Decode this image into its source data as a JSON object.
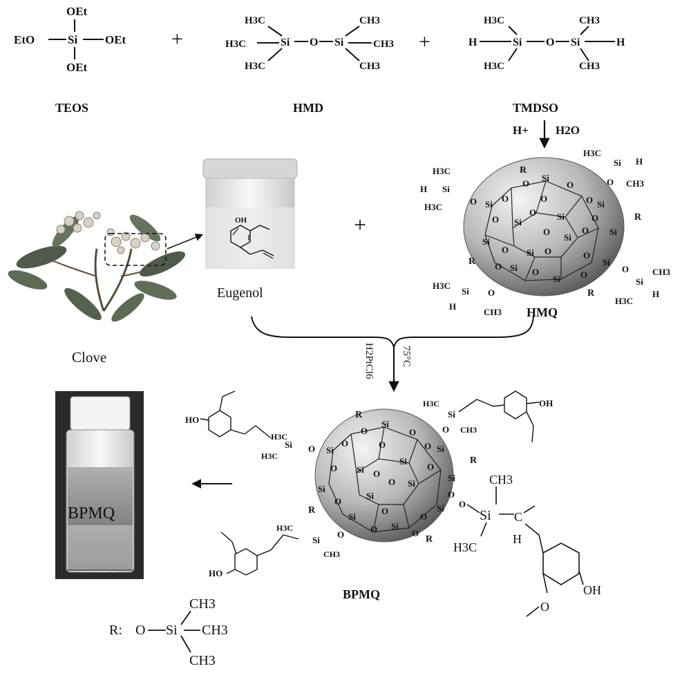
{
  "reactants": {
    "teos": {
      "label": "TEOS",
      "center": "Si",
      "groups": [
        "OEt",
        "EtO",
        "OEt",
        "OEt"
      ]
    },
    "hmd": {
      "label": "HMD",
      "formula": [
        "H3C",
        "H3C",
        "H3C",
        "Si",
        "O",
        "Si",
        "CH3",
        "CH3",
        "CH3"
      ]
    },
    "tmdso": {
      "label": "TMDSO",
      "formula": [
        "H3C",
        "H3C",
        "H",
        "Si",
        "O",
        "Si",
        "H",
        "CH3",
        "CH3"
      ]
    },
    "plus_1": "+",
    "plus_2": "+"
  },
  "step1": {
    "catalyst": "H+",
    "solvent": "H2O"
  },
  "clove_label": "Clove",
  "eugenol": {
    "label": "Eugenol",
    "oh": "OH"
  },
  "plus_eugenol": "+",
  "hmq": {
    "label": "HMQ",
    "r": "R",
    "si": "Si",
    "o": "O",
    "h": "H",
    "h3c": "H3C",
    "ch3": "CH3"
  },
  "step2": {
    "catalyst": "H2PtCl6",
    "temperature": "75°C"
  },
  "bpmq": {
    "label": "BPMQ",
    "vial_label": "BPMQ",
    "ho": "HO",
    "oh": "OH"
  },
  "r_definition": {
    "prefix": "R:",
    "o": "O",
    "si": "Si",
    "ch3": "CH3"
  },
  "colors": {
    "sphere_light": "#f2f2f2",
    "sphere_dark": "#6a6a6a",
    "liquid": "#9a9a9a",
    "leaf": "#4f5a4a"
  }
}
